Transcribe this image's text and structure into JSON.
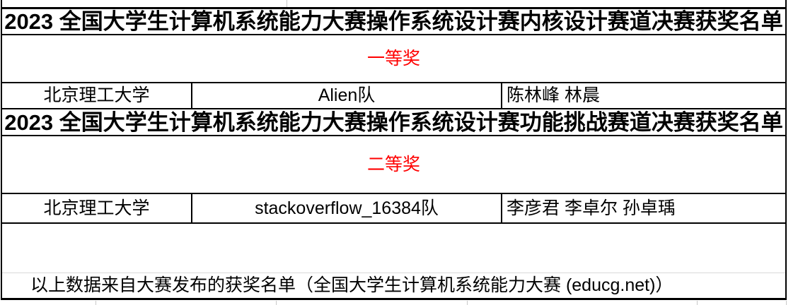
{
  "document": {
    "sections": [
      {
        "title": "2023 全国大学生计算机系统能力大赛操作系统设计赛内核设计赛道决赛获奖名单",
        "award_level": "一等奖",
        "winner": {
          "school": "北京理工大学",
          "team": "Alien队",
          "members": "陈林峰 林晨"
        }
      },
      {
        "title": "2023 全国大学生计算机系统能力大赛操作系统设计赛功能挑战赛道决赛获奖名单",
        "award_level": "二等奖",
        "winner": {
          "school": "北京理工大学",
          "team": "stackoverflow_16384队",
          "members": "李彦君 李卓尔 孙卓瑀"
        }
      }
    ],
    "footer_note": "以上数据来自大赛发布的获奖名单（全国大学生计算机系统能力大赛 (educg.net)）",
    "colors": {
      "award_text": "#ff0000",
      "body_text": "#000000",
      "table_border": "#000000",
      "faint_gridline": "#c8c8c8"
    }
  }
}
